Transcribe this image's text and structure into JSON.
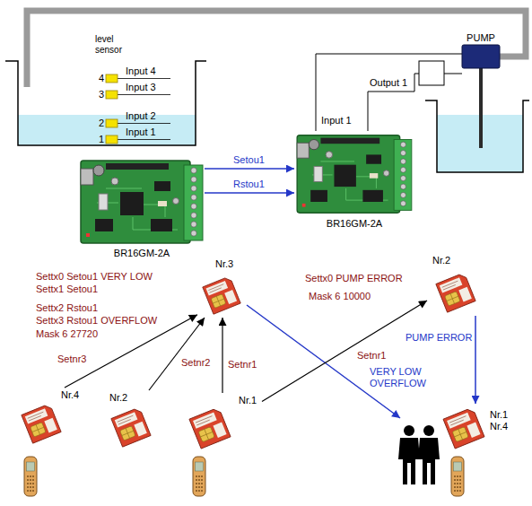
{
  "diagram": {
    "nodes": [
      {
        "text": [
          "PUMP"
        ]
      },
      {
        "text": [
          "BR16GM-2A"
        ]
      },
      {
        "text": [
          "BR16GM-2A"
        ]
      },
      {
        "text": [
          "Nr.2"
        ]
      },
      {
        "text": [
          "Nr.3"
        ]
      },
      {
        "text": [
          "Nr.4"
        ]
      },
      {
        "text": [
          "Nr.2"
        ]
      },
      {
        "text": [
          "Nr.1"
        ]
      },
      {
        "text": [
          "Nr.1 Nr.4"
        ]
      }
    ],
    "edges": [
      {
        "from": 1,
        "to": 2,
        "arrow": "to",
        "label": "Setou1"
      },
      {
        "from": 1,
        "to": 2,
        "arrow": "to",
        "label": "Rstou1"
      },
      {
        "from": 5,
        "to": 4,
        "arrow": "to",
        "label": "Setnr3"
      },
      {
        "from": 6,
        "to": 4,
        "arrow": "to",
        "label": "Setnr2"
      },
      {
        "from": 7,
        "to": 4,
        "arrow": "to",
        "label": "Setnr1"
      },
      {
        "from": 7,
        "to": 3,
        "arrow": "to",
        "label": "Setnr1"
      },
      {
        "from": 3,
        "to": 8,
        "arrow": "to",
        "label": "PUMP ERROR"
      }
    ],
    "labels": [
      "level sensor",
      "4",
      "3",
      "2",
      "1",
      "Input 4",
      "Input 3",
      "Input 2",
      "Input 1",
      "Input 1",
      "Output 1",
      "Settx0 Setou1 VERY LOW",
      "Settx1 Setou1",
      "Settx2 Rstou1",
      "Settx3 Rstou1 OVERFLOW",
      "Mask 6 27720",
      "Settx0 PUMP ERROR",
      "Mask 6 10000",
      "VERY LOW OVERFLOW"
    ]
  }
}
